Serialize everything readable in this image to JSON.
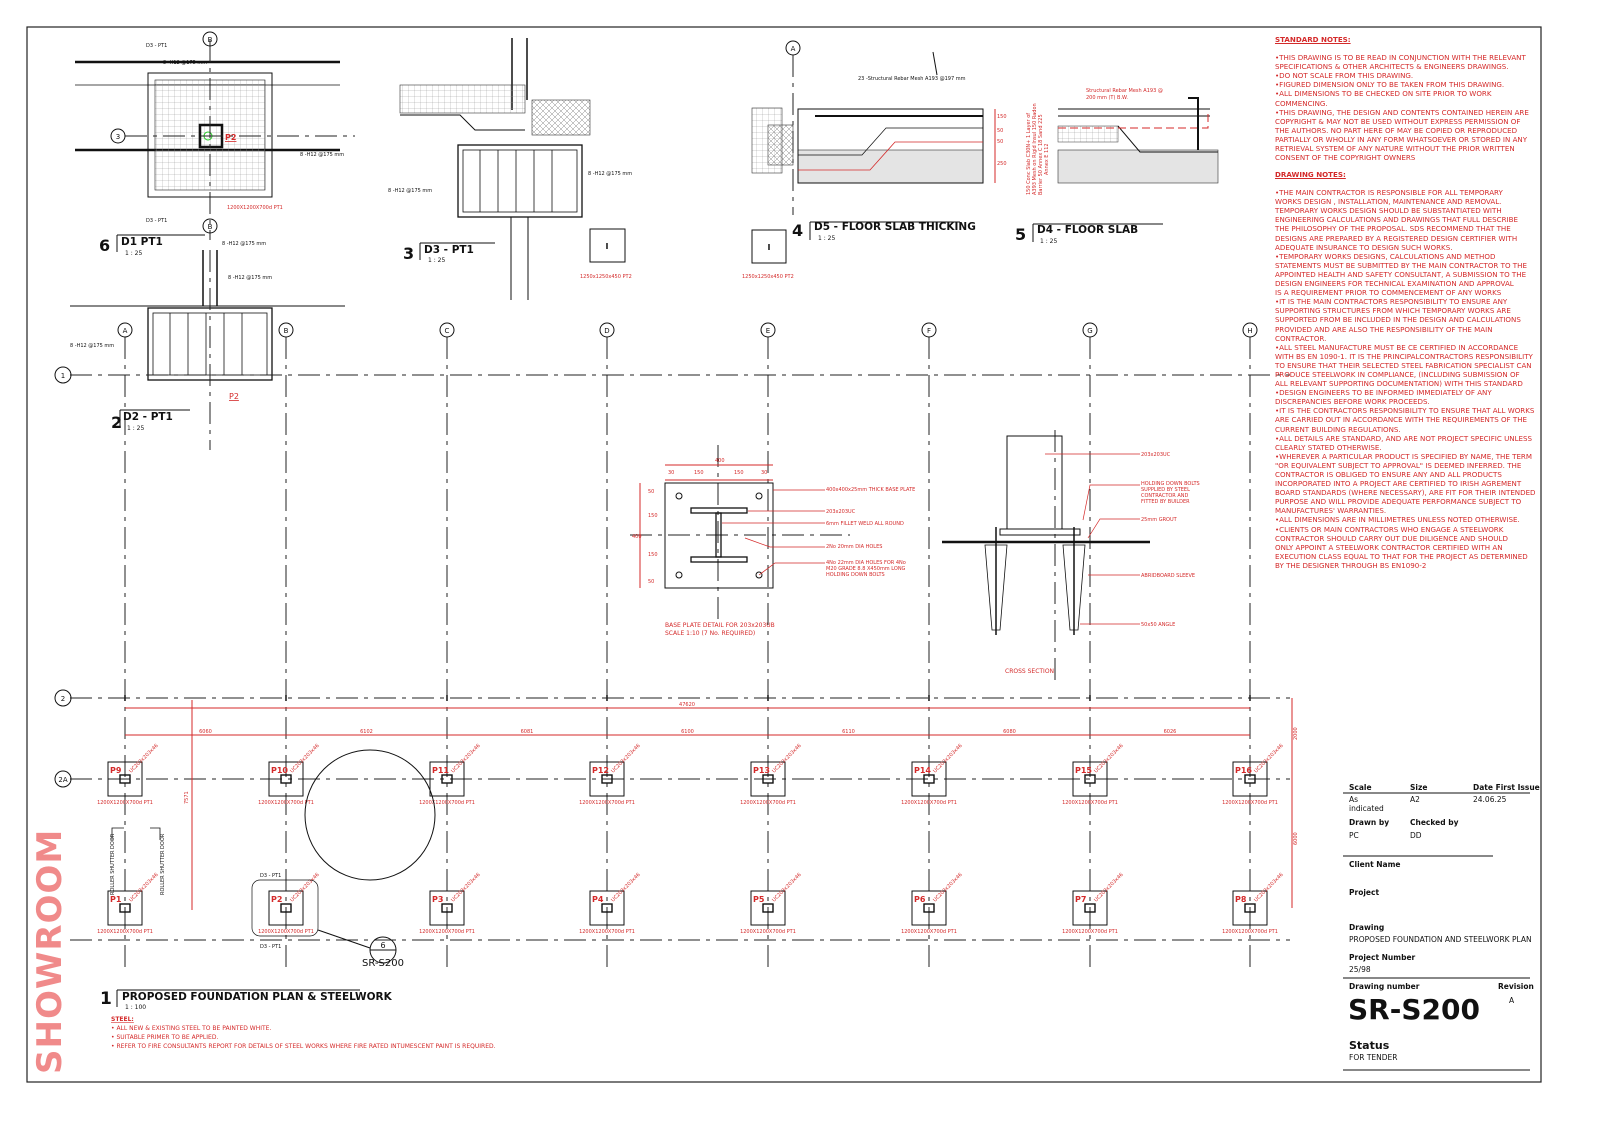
{
  "sheet": {
    "showroom_label": "SHOWROOM",
    "accent_color": "#d42a2a"
  },
  "standard_notes": {
    "heading": "STANDARD NOTES:",
    "lines": [
      "•THIS DRAWING IS TO BE READ IN CONJUNCTION WITH THE RELEVANT",
      "SPECIFICATIONS & OTHER ARCHITECTS & ENGINEERS DRAWINGS.",
      "•DO NOT SCALE FROM THIS DRAWING.",
      "•FIGURED DIMENSION ONLY TO BE TAKEN FROM THIS DRAWING.",
      "•ALL DIMENSIONS TO BE CHECKED ON SITE PRIOR TO WORK",
      "COMMENCING.",
      "•THIS DRAWING, THE DESIGN AND CONTENTS CONTAINED HEREIN ARE",
      "COPYRIGHT & MAY NOT BE USED WITHOUT EXPRESS PERMISSION OF",
      "THE AUTHORS.  NO PART HERE OF MAY BE COPIED OR REPRODUCED",
      "PARTIALLY OR WHOLLY IN ANY FORM WHATSOEVER OR STORED IN ANY",
      "RETRIEVAL SYSTEM OF ANY NATURE WITHOUT THE PRIOR WRITTEN",
      "CONSENT OF THE COPYRIGHT OWNERS"
    ]
  },
  "drawing_notes": {
    "heading": "DRAWING NOTES:",
    "lines": [
      "•THE MAIN CONTRACTOR IS RESPONSIBLE FOR ALL TEMPORARY",
      "WORKS DESIGN , INSTALLATION, MAINTENANCE AND REMOVAL.",
      "TEMPORARY WORKS DESIGN SHOULD BE SUBSTANTIATED WITH",
      "ENGINEERING  CALCULATIONS AND DRAWINGS THAT FULL DESCRIBE",
      "THE PHILOSOPHY OF THE PROPOSAL. SDS RECOMMEND THAT THE",
      "DESIGNS ARE  PREPARED BY A REGISTERED DESIGN CERTIFIER WITH",
      "ADEQUATE INSURANCE  TO DESIGN SUCH WORKS.",
      "•TEMPORARY WORKS DESIGNS, CALCULATIONS AND METHOD",
      "STATEMENTS MUST BE SUBMITTED BY THE MAIN CONTRACTOR TO THE",
      "APPOINTED HEALTH AND SAFETY CONSULTANT, A SUBMISSION TO THE",
      "DESIGN  ENGINEERS FOR  TECHNICAL EXAMINATION AND APPROVAL",
      "IS A REQUIREMENT PRIOR TO COMMENCEMENT OF ANY WORKS",
      "•IT IS THE MAIN CONTRACTORS RESPONSIBILITY TO ENSURE ANY",
      "SUPPORTING STRUCTURES FROM WHICH TEMPORARY WORKS ARE",
      "SUPPORTED FROM BE INCLUDED IN THE DESIGN AND CALCULATIONS",
      "PROVIDED  AND ARE ALSO THE RESPONSIBILITY OF THE MAIN",
      "CONTRACTOR.",
      "•ALL STEEL MANUFACTURE MUST BE CE CERTIFIED IN ACCORDANCE",
      "WITH BS EN 1090-1.  IT IS THE PRINCIPALCONTRACTORS RESPONSIBILITY",
      "TO ENSURE THAT THEIR SELECTED STEEL FABRICATION SPECIALIST CAN",
      "PRODUCE STEELWORK IN COMPLIANCE, (INCLUDING SUBMISSION OF",
      "ALL RELEVANT SUPPORTING DOCUMENTATION) WITH THIS STANDARD",
      "•DESIGN ENGINEERS TO BE INFORMED IMMEDIATELY OF ANY",
      "DISCREPANCIES BEFORE WORK PROCEEDS.",
      "•IT IS THE CONTRACTORS RESPONSIBILITY TO ENSURE THAT ALL WORKS",
      "ARE CARRIED OUT IN ACCORDANCE WITH THE REQUIREMENTS OF THE",
      "CURRENT BUILDING REGULATIONS.",
      "•ALL DETAILS ARE STANDARD, AND ARE NOT PROJECT SPECIFIC UNLESS",
      "CLEARLY STATED OTHERWISE.",
      "•WHEREVER A PARTICULAR PRODUCT IS SPECIFIED BY NAME, THE TERM",
      "\"OR EQUIVALENT SUBJECT TO APPROVAL\" IS DEEMED INFERRED.  THE",
      "CONTRACTOR IS OBLIGED TO ENSURE ANY AND ALL PRODUCTS",
      "INCORPORATED INTO A PROJECT ARE CERTIFIED TO IRISH AGREMENT",
      "BOARD STANDARDS (WHERE NECESSARY), ARE FIT FOR THEIR INTENDED",
      "PURPOSE AND WILL PROVIDE ADEQUATE PERFORMANCE SUBJECT  TO",
      "MANUFACTURES' WARRANTIES.",
      "•ALL DIMENSIONS ARE IN MILLIMETRES UNLESS NOTED OTHERWISE.",
      "•CLIENTS OR MAIN CONTRACTORS WHO ENGAGE A STEELWORK",
      "CONTRACTOR SHOULD CARRY OUT DUE DILIGENCE AND SHOULD",
      "ONLY APPOINT A STEELWORK CONTRACTOR CERTIFIED WITH AN",
      "EXECUTION  CLASS EQUAL TO THAT FOR THE PROJECT AS DETERMINED",
      "BY THE DESIGNER THROUGH BS EN1090-2"
    ]
  },
  "title_block": {
    "scale_label": "Scale",
    "scale_value": "As indicated",
    "size_label": "Size",
    "size_value": "A2",
    "date_label": "Date First Issue",
    "date_value": "24.06.25",
    "drawn_label": "Drawn by",
    "drawn_value": "PC",
    "checked_label": "Checked by",
    "checked_value": "DD",
    "client_label": "Client Name",
    "project_label": "Project",
    "drawing_label": "Drawing",
    "drawing_value": "PROPOSED FOUNDATION AND STEELWORK PLAN",
    "project_number_label": "Project Number",
    "project_number_value": "25/98",
    "drawing_number_label": "Drawing number",
    "drawing_number_value": "SR-S200",
    "revision_label": "Revision",
    "revision_value": "A",
    "status_label": "Status",
    "status_value": "FOR TENDER"
  },
  "plan": {
    "number": "1",
    "title": "PROPOSED FOUNDATION PLAN & STEELWORK",
    "scale": "1 : 100",
    "steel_heading": "STEEL:",
    "steel_notes": [
      "• ALL NEW & EXISTING  STEEL TO BE PAINTED WHITE.",
      "• SUITABLE PRIMER TO BE APPLIED.",
      "• REFER TO FIRE CONSULTANTS REPORT FOR DETAILS OF STEEL WORKS WHERE FIRE RATED INTUMESCENT PAINT IS REQUIRED."
    ],
    "grid_columns": [
      "A",
      "B",
      "C",
      "D",
      "E",
      "F",
      "G",
      "H"
    ],
    "grid_rows": [
      "1",
      "2",
      "2A"
    ],
    "overall_dimension": "47620",
    "span_dimensions": [
      "6060",
      "6102",
      "6081",
      "6100",
      "6110",
      "6080",
      "6026"
    ],
    "vertical_dimensions": [
      "7571",
      "2000",
      "6000"
    ],
    "pads_top": [
      "P9",
      "P10",
      "P11",
      "P12",
      "P13",
      "P14",
      "P15",
      "P16"
    ],
    "pads_bottom": [
      "P1",
      "P2",
      "P3",
      "P4",
      "P5",
      "P6",
      "P7",
      "P8"
    ],
    "pad_spec": "1200X1200X700d PT1",
    "column_spec": "UC203x203x46",
    "roller_door_label": "ROLLER SHUTTER DOOR",
    "section_callout_number": "6",
    "section_callout_sheet": "SR-S200",
    "section_ref": "D3 - PT1"
  },
  "detail_6": {
    "number": "6",
    "title": "D1 PT1",
    "scale": "1 : 25",
    "bar_label": "8 -H12 @175 mm",
    "pad_label": "P2",
    "pad_spec": "1200X1200X700d PT1",
    "section_ref": "D3 - PT1",
    "grid_b": "B",
    "grid_3": "3"
  },
  "detail_2": {
    "number": "2",
    "title": "D2 - PT1",
    "scale": "1 : 25",
    "bar_label": "8 -H12 @175 mm",
    "pad_label": "P2",
    "grid_a": "A",
    "grid_b": "B"
  },
  "detail_3": {
    "number": "3",
    "title": "D3 - PT1",
    "scale": "1 : 25",
    "bar_label": "8 -H12 @175 mm",
    "pad2_spec": "1250x1250x450 PT2"
  },
  "detail_4": {
    "number": "4",
    "title": "D5 - FLOOR SLAB THICKING",
    "scale": "1 : 25",
    "mesh_label": "23 -Structural Rebar Mesh A193 @197 mm",
    "dims": [
      "150",
      "50",
      "50",
      "250"
    ],
    "grid_a": "A",
    "pad2_spec": "1250x1250x450 PT2"
  },
  "detail_5": {
    "number": "5",
    "title": "D4 - FLOOR SLAB",
    "scale": "1 : 25",
    "mesh_label_1": "Structural Rebar Mesh A193 @",
    "mesh_label_2": "200 mm (T) B.W.",
    "slab_note": [
      "150 Conc Slab C30N+ 1 Layer of",
      "A393 Mesh on Rigid Insul 150 Radon",
      "Barrier 50 Annex C 18 Sand 225",
      "Annex E 112"
    ]
  },
  "base_plate": {
    "dims_top": [
      "400",
      "30",
      "150",
      "150",
      "30"
    ],
    "dims_side": [
      "400",
      "50",
      "150",
      "150",
      "50"
    ],
    "callouts": [
      "400x400x25mm THICK BASE PLATE",
      "203x203UC",
      "6mm FILLET WELD ALL ROUND",
      "2No 20mm DIA HOLES",
      "4No 22mm DIA HOLES FOR 4No",
      "M20 GRADE 8.8 X450mm LONG",
      "HOLDING DOWN BOLTS"
    ],
    "caption_1": "BASE PLATE DETAIL FOR 203x203UB",
    "caption_2": "SCALE 1:10 (7 No. REQUIRED)"
  },
  "cross_section": {
    "callouts": [
      "203x203UC",
      "HOLDING DOWN BOLTS",
      "SUPPLIED BY STEEL",
      "CONTRACTOR AND",
      "FITTED BY BUILDER",
      "25mm GROUT",
      "ABRIDBOARD SLEEVE",
      "50x50 ANGLE"
    ],
    "caption": "CROSS SECTION"
  }
}
